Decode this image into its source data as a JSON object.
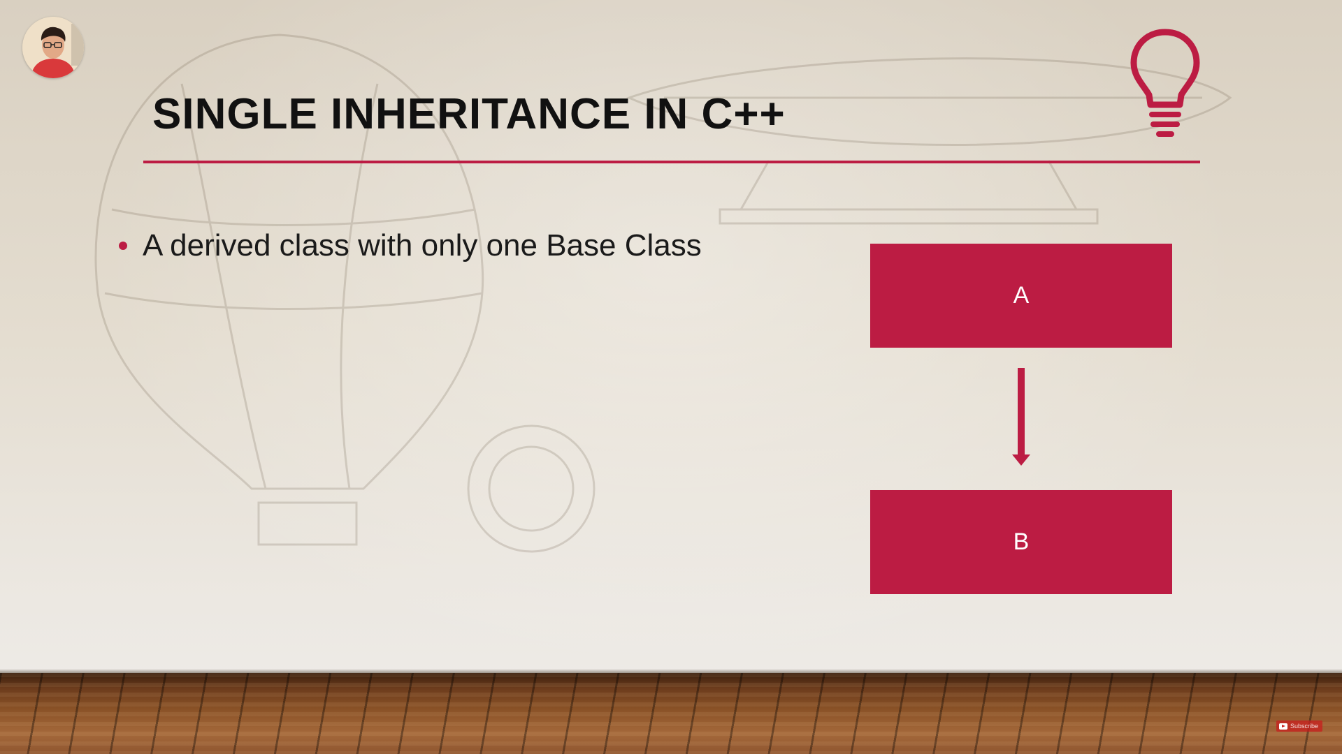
{
  "slide": {
    "title": "SINGLE INHERITANCE IN C++",
    "bullets": [
      "A derived class with only one Base Class"
    ]
  },
  "diagram": {
    "nodes": [
      "A",
      "B"
    ],
    "edges": [
      {
        "from": "A",
        "to": "B"
      }
    ]
  },
  "overlay": {
    "subscribe_label": "Subscribe"
  },
  "icons": {
    "bulb": "lightbulb-icon",
    "avatar": "presenter-avatar",
    "subscribe": "youtube-play-icon"
  },
  "colors": {
    "accent": "#bc1c43",
    "title_text": "#111111",
    "box_text": "#ffffff"
  }
}
